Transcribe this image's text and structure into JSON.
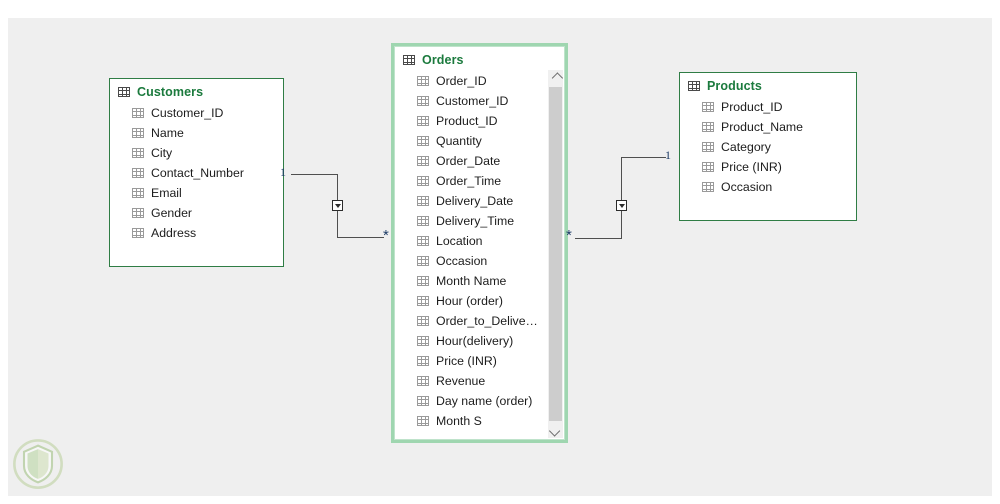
{
  "app": {
    "view_name": "model-relationship-diagram",
    "canvas_background": "#efefef",
    "accent_green": "#1b7a3d",
    "selection_green": "#9fd6b0",
    "border_green": "#2f7d45"
  },
  "tables": [
    {
      "name": "Customers",
      "selected": false,
      "header_icon": "table-icon",
      "fields": [
        {
          "label": "Customer_ID",
          "icon": "table-column-icon"
        },
        {
          "label": "Name",
          "icon": "table-column-icon"
        },
        {
          "label": "City",
          "icon": "table-column-icon"
        },
        {
          "label": "Contact_Number",
          "icon": "table-column-icon"
        },
        {
          "label": "Email",
          "icon": "table-column-icon"
        },
        {
          "label": "Gender",
          "icon": "table-column-icon"
        },
        {
          "label": "Address",
          "icon": "table-column-icon"
        }
      ]
    },
    {
      "name": "Orders",
      "selected": true,
      "header_icon": "table-icon",
      "scrollbar": {
        "up_icon": "chevron-up-icon",
        "down_icon": "chevron-down-icon",
        "visible": true
      },
      "fields": [
        {
          "label": "Order_ID",
          "icon": "table-column-icon"
        },
        {
          "label": "Customer_ID",
          "icon": "table-column-icon"
        },
        {
          "label": "Product_ID",
          "icon": "table-column-icon"
        },
        {
          "label": "Quantity",
          "icon": "table-column-icon"
        },
        {
          "label": "Order_Date",
          "icon": "table-column-icon"
        },
        {
          "label": "Order_Time",
          "icon": "table-column-icon"
        },
        {
          "label": "Delivery_Date",
          "icon": "table-column-icon"
        },
        {
          "label": "Delivery_Time",
          "icon": "table-column-icon"
        },
        {
          "label": "Location",
          "icon": "table-column-icon"
        },
        {
          "label": "Occasion",
          "icon": "table-column-icon"
        },
        {
          "label": "Month Name",
          "icon": "table-column-icon"
        },
        {
          "label": "Hour (order)",
          "icon": "table-column-icon"
        },
        {
          "label": "Order_to_Delive…",
          "icon": "table-column-icon"
        },
        {
          "label": "Hour(delivery)",
          "icon": "table-column-icon"
        },
        {
          "label": "Price (INR)",
          "icon": "table-column-icon"
        },
        {
          "label": "Revenue",
          "icon": "table-column-icon"
        },
        {
          "label": "Day name (order)",
          "icon": "table-column-icon"
        },
        {
          "label": "Month S",
          "icon": "table-column-icon"
        }
      ]
    },
    {
      "name": "Products",
      "selected": false,
      "header_icon": "table-icon",
      "fields": [
        {
          "label": "Product_ID",
          "icon": "table-column-icon"
        },
        {
          "label": "Product_Name",
          "icon": "table-column-icon"
        },
        {
          "label": "Category",
          "icon": "table-column-icon"
        },
        {
          "label": "Price (INR)",
          "icon": "table-column-icon"
        },
        {
          "label": "Occasion",
          "icon": "table-column-icon"
        }
      ]
    }
  ],
  "relationships": [
    {
      "id": "customers-orders",
      "from_table": "Customers",
      "to_table": "Orders",
      "from_cardinality": "1",
      "to_cardinality": "*",
      "cross_filter_icon": "cross-filter-direction-icon"
    },
    {
      "id": "products-orders",
      "from_table": "Products",
      "to_table": "Orders",
      "from_cardinality": "1",
      "to_cardinality": "*",
      "cross_filter_icon": "cross-filter-direction-icon"
    }
  ],
  "watermark": {
    "icon": "shield-logo-watermark"
  }
}
